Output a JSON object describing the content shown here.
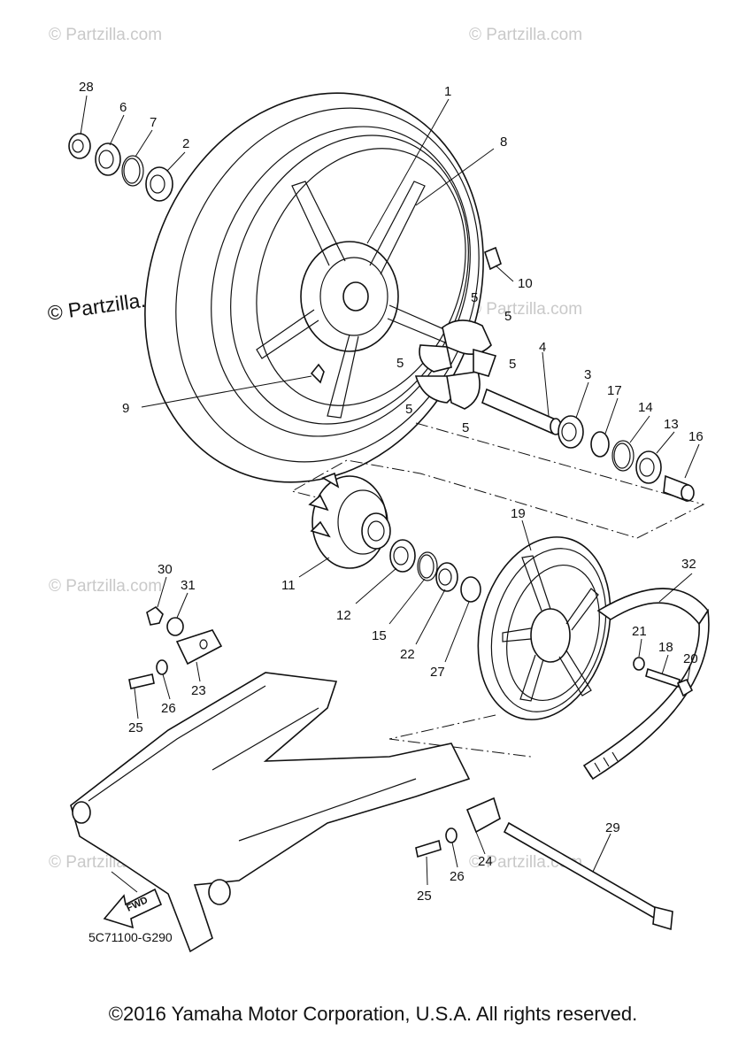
{
  "watermark": "© Partzilla.com",
  "drawing_code": "5C71100-G290",
  "fwd_arrow_label": "FWD",
  "copyright": "©2016 Yamaha Motor Corporation, U.S.A. All rights reserved.",
  "callouts": {
    "p1": "1",
    "p2": "2",
    "p3": "3",
    "p4": "4",
    "p5a": "5",
    "p5b": "5",
    "p5c": "5",
    "p5d": "5",
    "p5e": "5",
    "p5f": "5",
    "p6": "6",
    "p7": "7",
    "p8": "8",
    "p9": "9",
    "p10": "10",
    "p11": "11",
    "p12": "12",
    "p13": "13",
    "p14": "14",
    "p15": "15",
    "p16": "16",
    "p17": "17",
    "p18": "18",
    "p19": "19",
    "p20": "20",
    "p21": "21",
    "p22": "22",
    "p23": "23",
    "p24": "24",
    "p25a": "25",
    "p25b": "25",
    "p26a": "26",
    "p26b": "26",
    "p27": "27",
    "p28": "28",
    "p29": "29",
    "p30": "30",
    "p31": "31",
    "p32": "32"
  }
}
